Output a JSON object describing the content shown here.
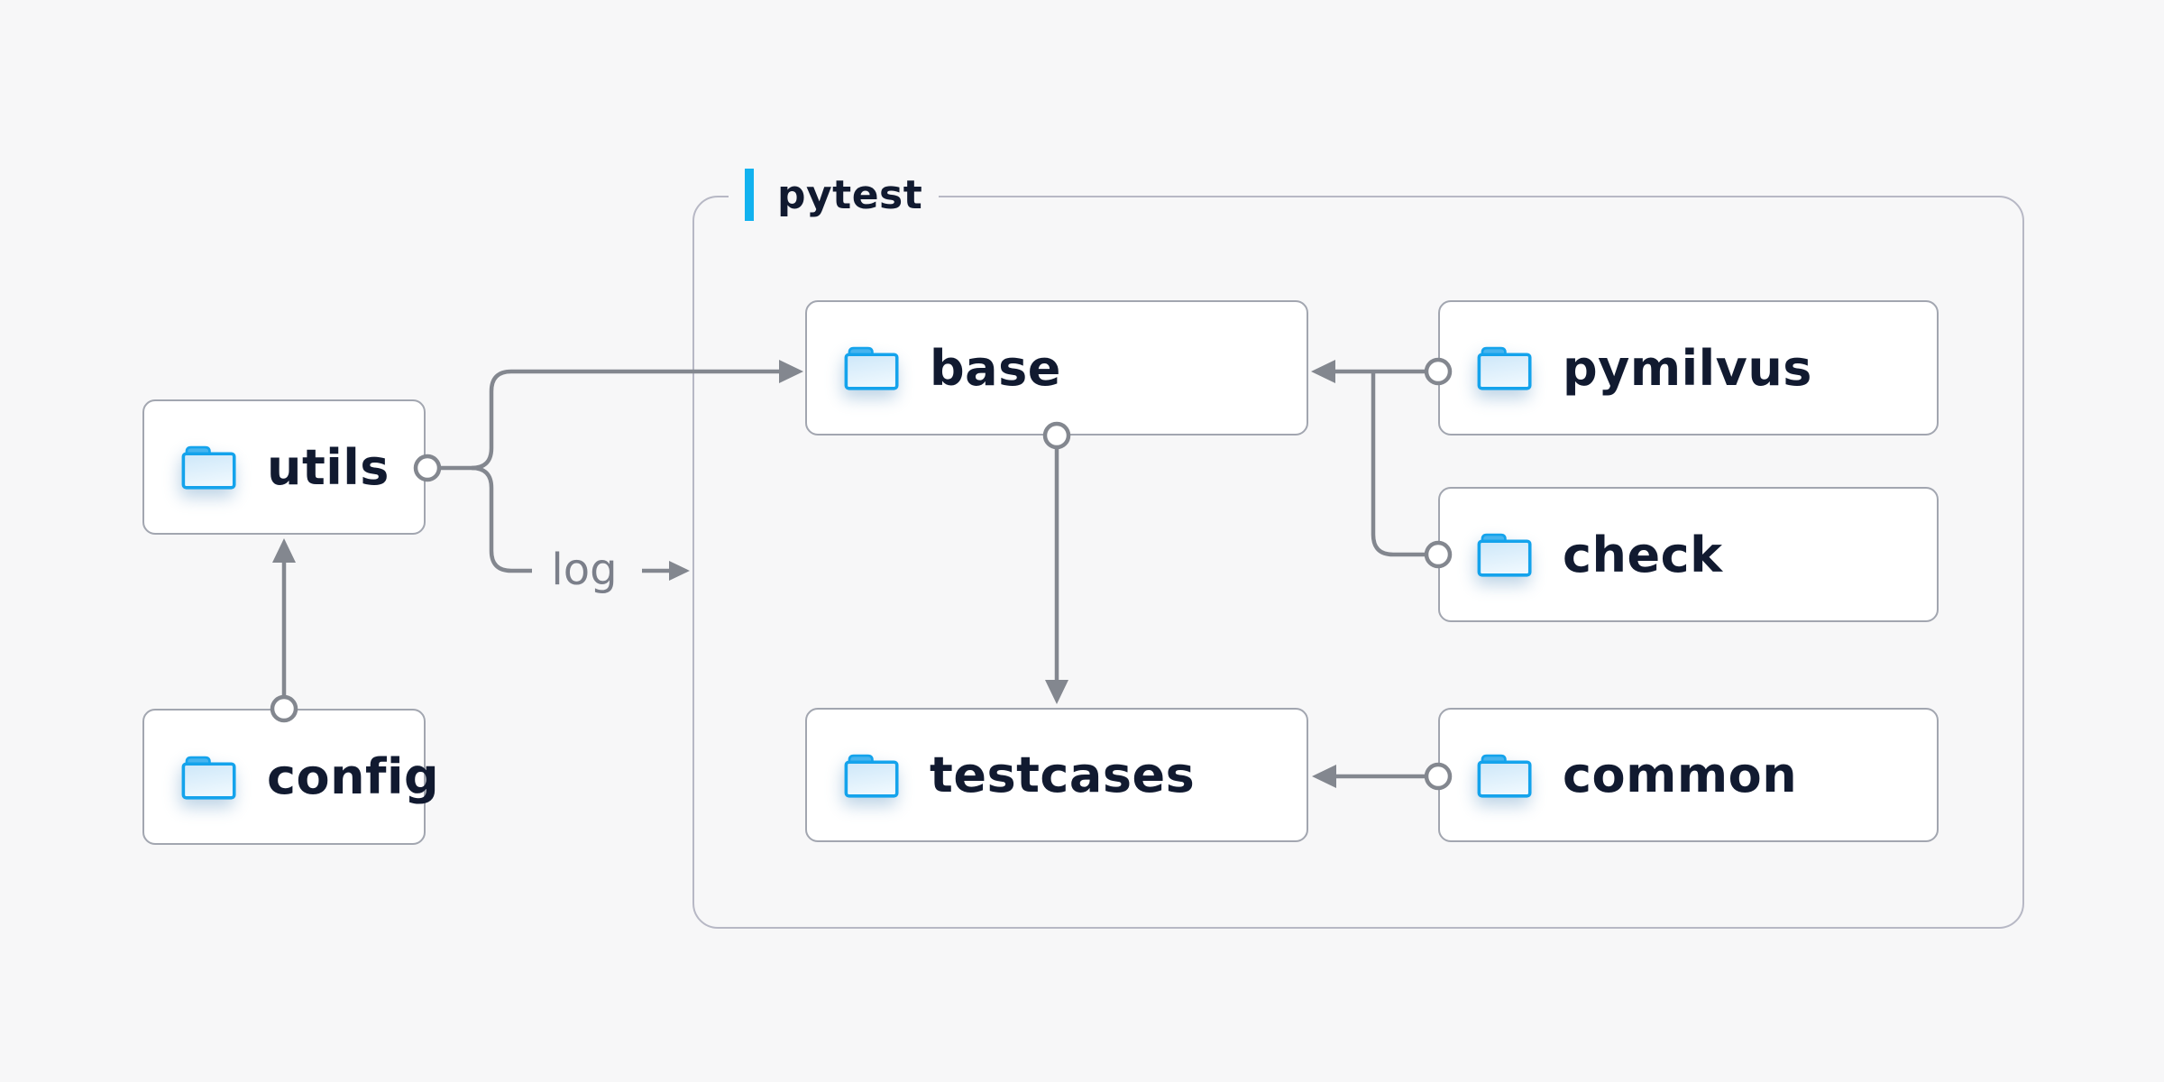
{
  "background_color": "#f7f7f8",
  "container": {
    "label": "pytest",
    "accent_bar_color": "#12b2ef",
    "border_color": "#b7b8c5"
  },
  "nodes": {
    "utils": {
      "label": "utils",
      "icon": "folder-icon"
    },
    "config": {
      "label": "config",
      "icon": "folder-icon"
    },
    "base": {
      "label": "base",
      "icon": "folder-icon"
    },
    "pymilvus": {
      "label": "pymilvus",
      "icon": "folder-icon"
    },
    "check": {
      "label": "check",
      "icon": "folder-icon"
    },
    "testcases": {
      "label": "testcases",
      "icon": "folder-icon"
    },
    "common": {
      "label": "common",
      "icon": "folder-icon"
    }
  },
  "edges": {
    "config_to_utils": {
      "from": "config",
      "to": "utils",
      "type": "arrow"
    },
    "utils_to_base": {
      "from": "utils",
      "to": "base",
      "type": "arrow"
    },
    "utils_log_out": {
      "from": "utils",
      "to": "pytest-group",
      "type": "arrow",
      "label": "log"
    },
    "pymilvus_to_base": {
      "from": "pymilvus",
      "to": "base",
      "type": "arrow"
    },
    "check_to_base": {
      "from": "check",
      "to": "base",
      "type": "arrow"
    },
    "base_to_testcases": {
      "from": "base",
      "to": "testcases",
      "type": "arrow"
    },
    "common_to_testcases": {
      "from": "common",
      "to": "testcases",
      "type": "arrow"
    }
  },
  "colors": {
    "node_background": "#ffffff",
    "node_border": "#a2a6b0",
    "node_text": "#111a30",
    "connector": "#83878f",
    "edge_label_text": "#7b7f8a",
    "folder_outline": "#14a3ec",
    "folder_tab": "#47b4ee",
    "folder_body_top": "#cde7f9",
    "folder_body_bottom": "#eef8fe"
  }
}
